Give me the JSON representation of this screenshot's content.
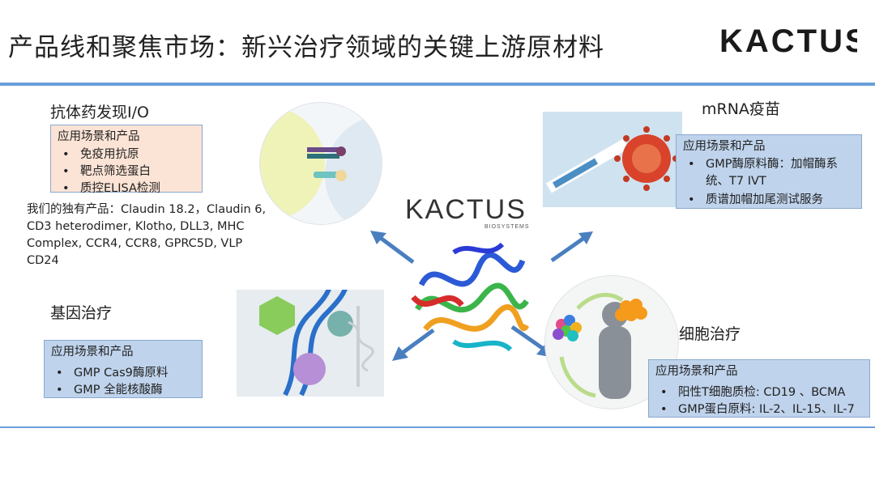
{
  "header": {
    "title": "产品线和聚焦市场：新兴治疗领域的关键上游原材料",
    "logo_text": "KACTUS"
  },
  "center": {
    "logo_text": "KACTUS",
    "logo_sub": "BIOSYSTEMS"
  },
  "antibody": {
    "title": "抗体药发现I/O",
    "box_heading": "应用场景和产品",
    "items": [
      "免疫用抗原",
      "靶点筛选蛋白",
      "质控ELISA检测"
    ],
    "note": "我们的独有产品：Claudin 18.2，Claudin 6, CD3 heterodimer, Klotho, DLL3, MHC Complex, CCR4, CCR8, GPRC5D, VLP CD24"
  },
  "mrna": {
    "title": "mRNA疫苗",
    "box_heading": "应用场景和产品",
    "items": [
      "GMP酶原料酶：加帽酶系统、T7 IVT",
      "质谱加帽加尾测试服务"
    ]
  },
  "gene": {
    "title": "基因治疗",
    "box_heading": "应用场景和产品",
    "items": [
      "GMP Cas9酶原料",
      "GMP 全能核酸酶"
    ]
  },
  "cell": {
    "title": "细胞治疗",
    "box_heading": "应用场景和产品",
    "items": [
      "阳性T细胞质检: CD19 、BCMA",
      "GMP蛋白原料: IL-2、IL-15、IL-7"
    ]
  },
  "colors": {
    "accent_line": "#6a9fd8",
    "box_blue": "#bfd3ec",
    "box_peach": "#fbe3d5",
    "arrow": "#4a7fbf",
    "logo_dot": "#1d4e7a"
  }
}
